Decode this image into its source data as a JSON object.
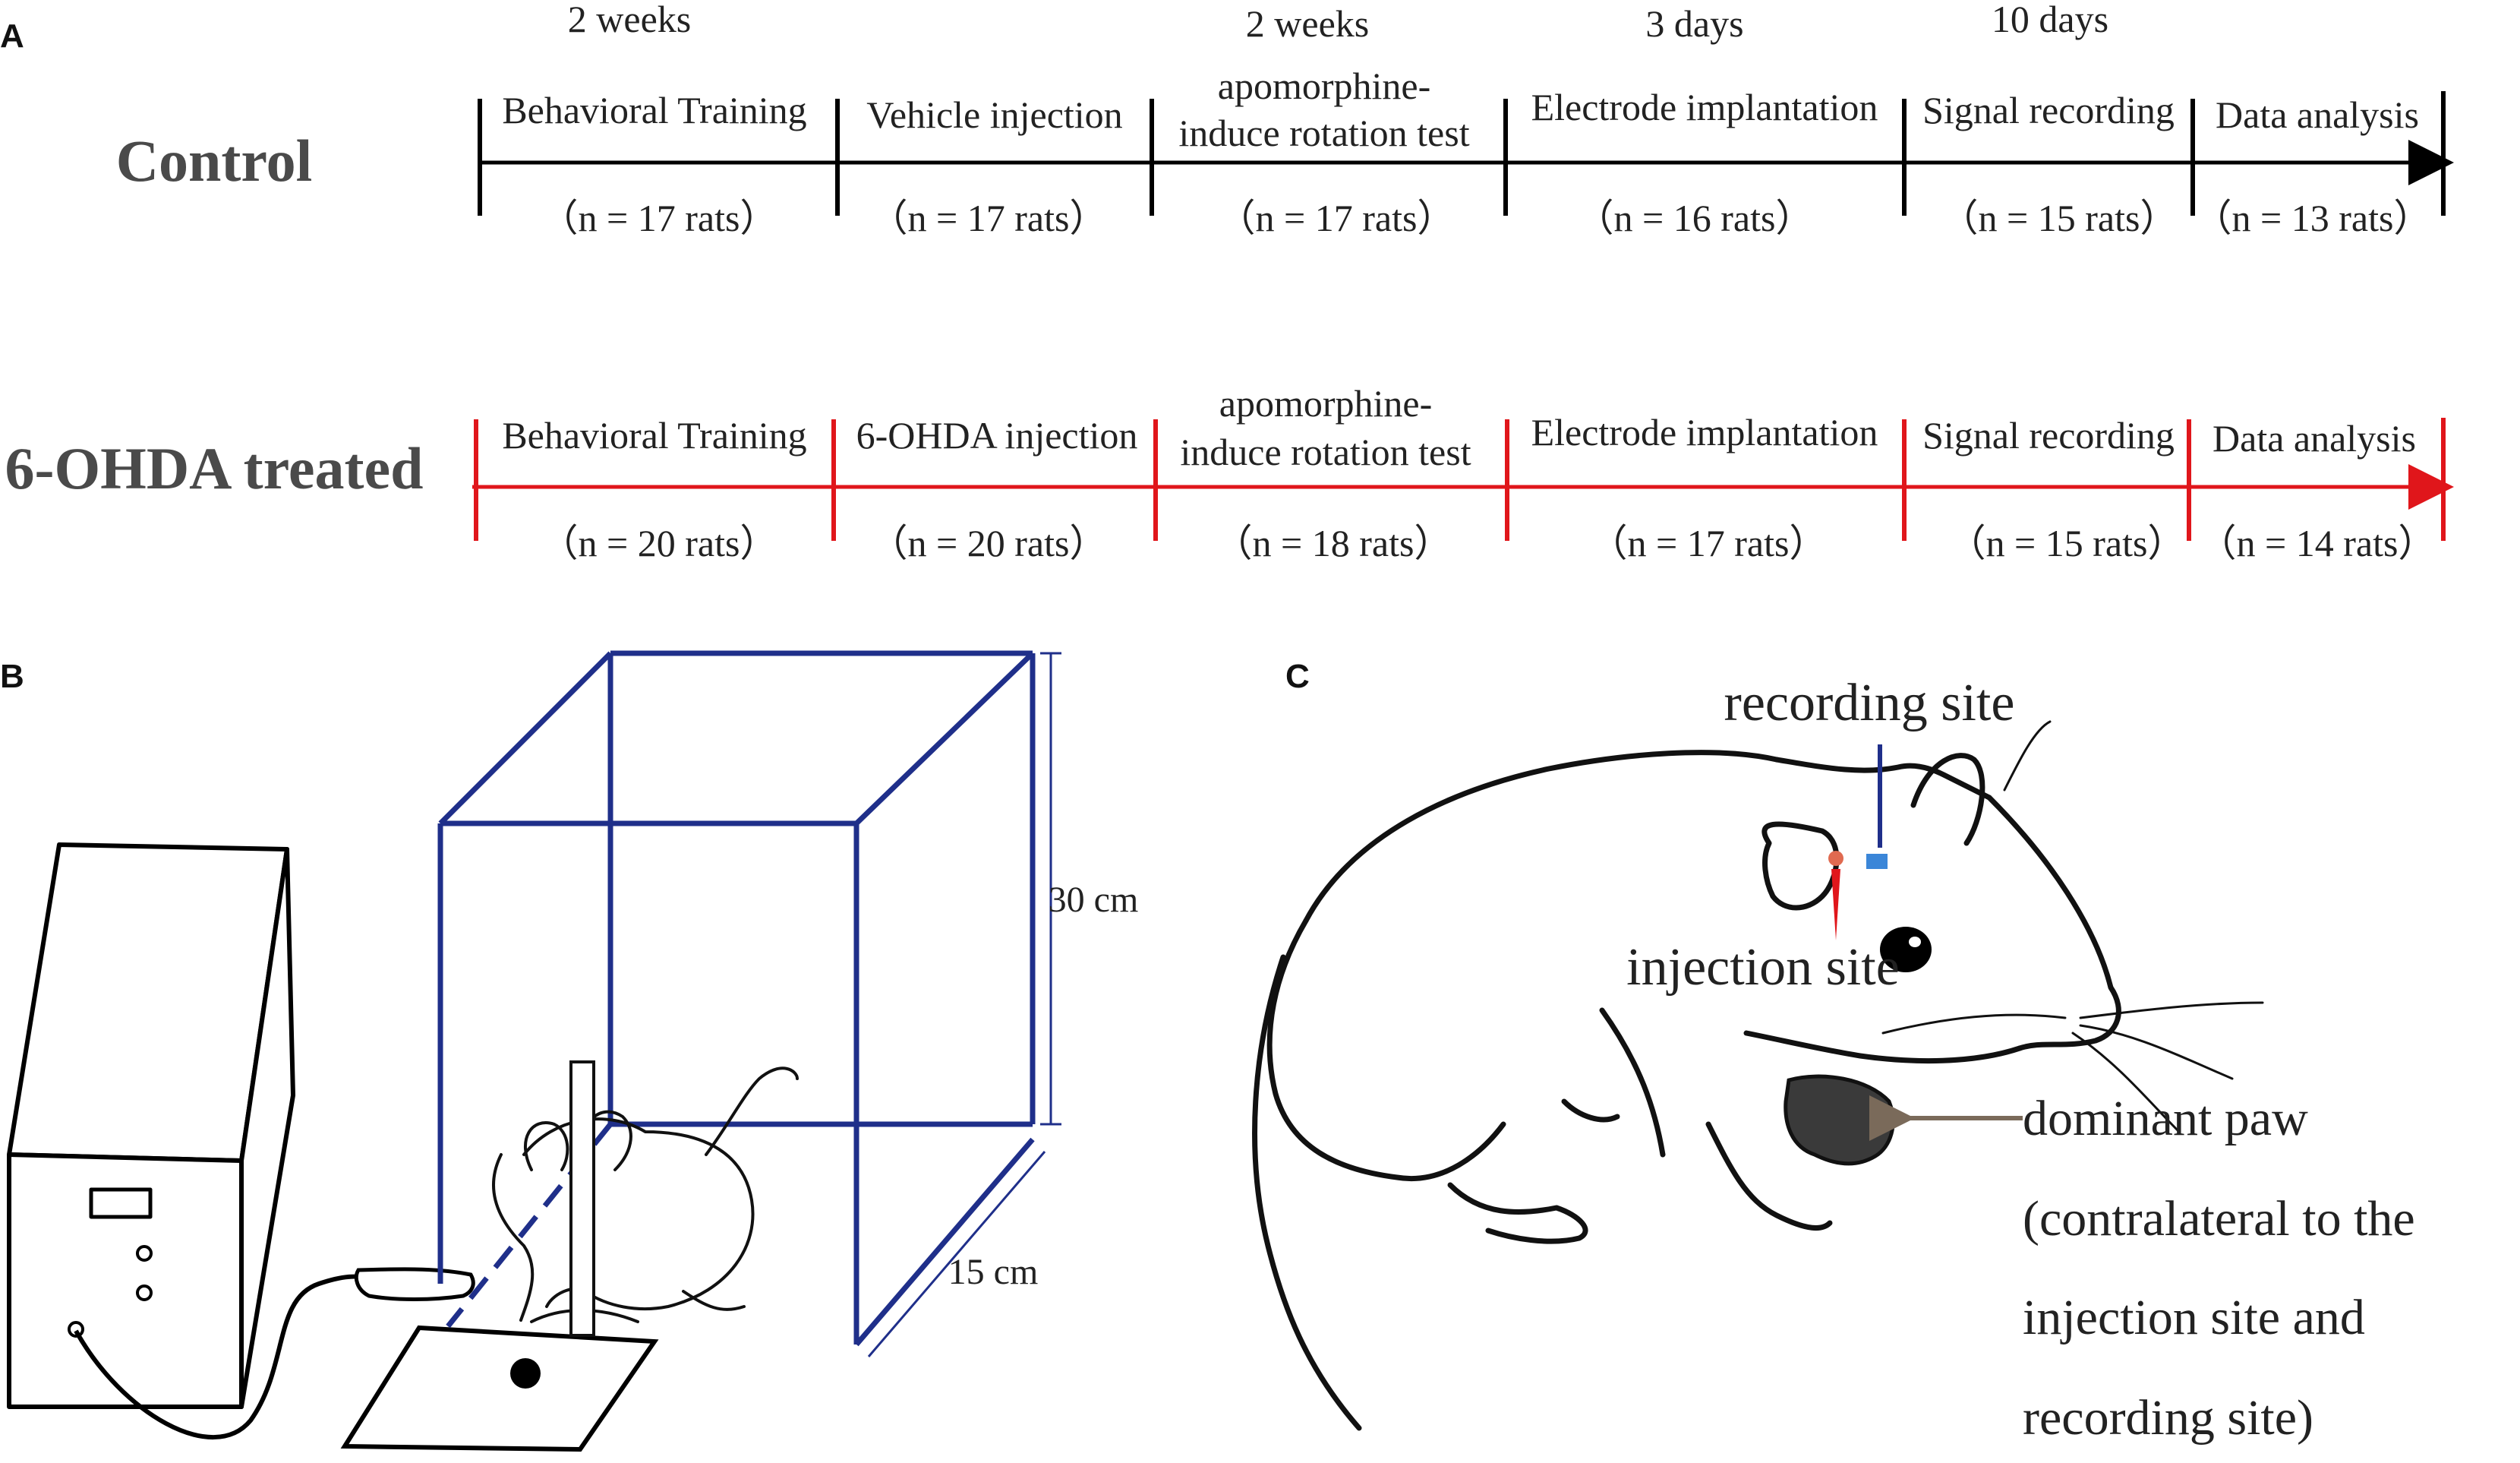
{
  "panels": {
    "a": {
      "letter": "A"
    },
    "b": {
      "letter": "B"
    },
    "c": {
      "letter": "C"
    }
  },
  "durations": [
    "2 weeks",
    "2 weeks",
    "3 days",
    "10 days"
  ],
  "control": {
    "label": "Control",
    "color": "#000000",
    "stages": [
      [
        "Behavioral Training"
      ],
      [
        "Vehicle injection"
      ],
      [
        "apomorphine-",
        "induce rotation test"
      ],
      [
        "Electrode implantation"
      ],
      [
        "Signal recording"
      ],
      [
        "Data analysis"
      ]
    ],
    "counts": [
      "（n = 17 rats）",
      "（n = 17 rats）",
      "（n = 17 rats）",
      "（n = 16 rats）",
      "（n = 15 rats）",
      "（n = 13 rats）"
    ]
  },
  "treated": {
    "label": "6-OHDA treated",
    "color": "#e0161b",
    "stages": [
      [
        "Behavioral Training"
      ],
      [
        "6-OHDA injection"
      ],
      [
        "apomorphine-",
        "induce rotation test"
      ],
      [
        "Electrode implantation"
      ],
      [
        "Signal recording"
      ],
      [
        "Data analysis"
      ]
    ],
    "counts": [
      "（n = 20 rats）",
      "（n = 20 rats）",
      "（n = 18 rats）",
      "（n = 17 rats）",
      "（n = 15 rats）",
      "（n = 14 rats）"
    ]
  },
  "apparatus": {
    "height_label": "30 cm",
    "depth_label": "15 cm",
    "box_color": "#1f2f8a"
  },
  "rat_c": {
    "recording_label": "recording site",
    "injection_label": "injection site",
    "paw_label": [
      "dominant paw",
      "(contralateral to the",
      "injection site and",
      "recording site)"
    ],
    "recording_color": "#3b86d8",
    "injection_color": "#e0161b",
    "arrow_color": "#7a6a5a"
  }
}
